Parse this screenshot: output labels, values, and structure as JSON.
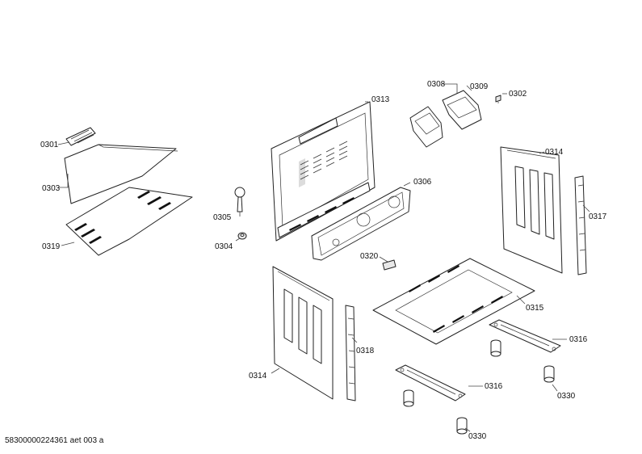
{
  "labels": {
    "p0301": "0301",
    "p0302": "0302",
    "p0303": "0303",
    "p0304": "0304",
    "p0305": "0305",
    "p0306": "0306",
    "p0308": "0308",
    "p0309": "0309",
    "p0313": "0313",
    "p0314a": "0314",
    "p0314b": "0314",
    "p0315": "0315",
    "p0316a": "0316",
    "p0316b": "0316",
    "p0317": "0317",
    "p0318": "0318",
    "p0319": "0319",
    "p0320": "0320",
    "p0330a": "0330",
    "p0330b": "0330"
  },
  "footer": {
    "code": "58300000224361 aet 003 a"
  }
}
